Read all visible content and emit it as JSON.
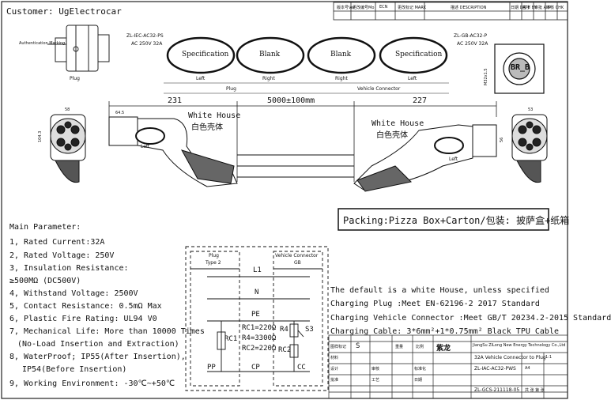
{
  "customer": "Customer: UgElectrocar",
  "top_table": {
    "row1": [
      "版本号Ver",
      "更改编号Mo",
      "ECN",
      "更改标记 MARK",
      "描述 DESCRIPTION",
      "日期 DATE",
      "签字 BY",
      "审批 APP",
      "审核 CHK"
    ]
  },
  "plug_view": {
    "auth_marking": "Authentication Marking",
    "label": "Plug"
  },
  "left_model": {
    "code": "ZL-IEC-AC32-PS",
    "rating": "AC 250V 32A"
  },
  "right_model": {
    "code": "ZL-GB-AC32-P",
    "rating": "AC 250V 32A"
  },
  "ovals": [
    {
      "text": "Specification",
      "side": "Left"
    },
    {
      "text": "Blank",
      "side": "Right"
    },
    {
      "text": "Blank",
      "side": "Right"
    },
    {
      "text": "Specification",
      "side": "Left"
    }
  ],
  "section_labels": {
    "plug": "Plug",
    "vehicle_connector": "Vehicle Connector"
  },
  "lock_icon": {
    "text": "BR_B",
    "label": "M32x1.5"
  },
  "dims": {
    "left": "231",
    "cable": "5000±100mm",
    "right": "227"
  },
  "small_dims": [
    "64.5",
    "58",
    "53",
    "104.3",
    "56"
  ],
  "white_house": {
    "en": "White House",
    "zh": "白色壳体",
    "side": "Left"
  },
  "packing": "Packing:Pizza Box+Carton/包装: 披萨盒+纸箱",
  "main_params_title": "Main Parameter:",
  "params": [
    "1, Rated Current:32A",
    "2, Rated Voltage: 250V",
    "3, Insulation Resistance:",
    "≥500MΩ (DC500V)",
    "4, Withstand Voltage: 2500V",
    "5, Contact Resistance: 0.5mΩ Max",
    "6, Plastic Fire Rating: UL94 V0",
    "7, Mechanical Life: More than 10000 Times",
    "(No-Load Insertion and Extraction)",
    "8, WaterProof; IP55(After Insertion),",
    "IP54(Before Insertion)",
    "9, Working Environment: -30℃~+50℃"
  ],
  "circuit": {
    "plug_title": "Plug",
    "plug_sub": "Type 2",
    "vc_title": "Vehicle Connector",
    "vc_sub": "GB",
    "lines": [
      "L1",
      "N",
      "PE",
      "CP"
    ],
    "rc1": "RC1",
    "resistors": [
      "RC1=220Ω",
      "R4=3300Ω",
      "RC2=220Ω"
    ],
    "r4": "R4",
    "s3": "S3",
    "rc2": "RC2",
    "pp": "PP",
    "cc": "CC"
  },
  "notes": [
    "The default is a white House, unless specified",
    "Charging Plug :Meet EN-62196-2 2017 Standard",
    "Charging Vehicle Connector :Meet GB/T 20234.2-2015 Standard",
    "Charging Cable: 3*6mm²+1*0.75mm² Black TPU Cable"
  ],
  "title_block": {
    "col_drawing_mark": "图样标记",
    "mark_s": "S",
    "weight": "重量",
    "ratio": "比例",
    "company_logo": "紫龙",
    "company": "JiangSu ZiLong New Energy Technology Co.,Ltd",
    "material_label": "材料",
    "material_value": "",
    "title": "32A Vehicle Connector to Plug",
    "scale": "1:1",
    "designed": "设计",
    "checked": "审核",
    "std": "标准化",
    "approved": "批准",
    "craft": "工艺",
    "date": "日期",
    "part_no": "ZL-IAC-AC32-PWS",
    "paper": "A4",
    "doc_no": "ZL-GCS-211118-05",
    "sheet": "共 张 第 张"
  }
}
